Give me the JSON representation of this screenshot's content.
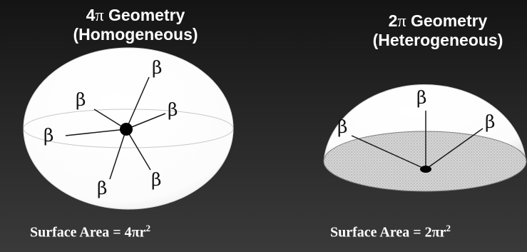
{
  "left": {
    "title_prefix": "4",
    "title_pi": "π",
    "title_rest": " Geometry",
    "title_sub": "(Homogeneous)",
    "area_label": "Surface Area = 4πr",
    "area_exp": "2",
    "particle_symbol": "β"
  },
  "right": {
    "title_prefix": "2",
    "title_pi": "π",
    "title_rest": " Geometry",
    "title_sub": "(Heterogeneous)",
    "area_label": "Surface Area = 2πr",
    "area_exp": "2",
    "particle_symbol": "β"
  },
  "colors": {
    "background_top": "#141414",
    "background_bottom": "#3a3a3a",
    "sphere_fill": "#ffffff",
    "base_fill": "#d2d2d2",
    "source_dot": "#000000"
  }
}
